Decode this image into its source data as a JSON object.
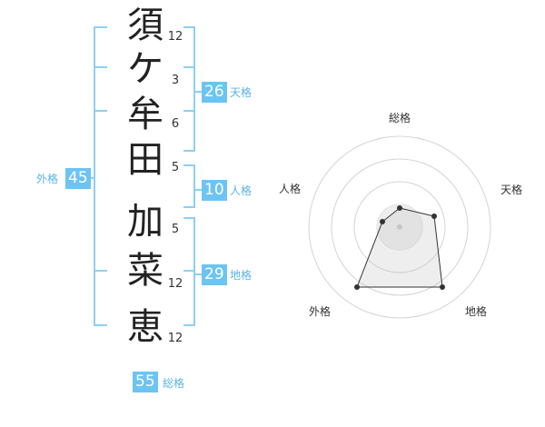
{
  "name_chars": [
    "須",
    "ケ",
    "牟",
    "田",
    "加",
    "菜",
    "恵"
  ],
  "strokes": [
    "12",
    "3",
    "6",
    "5",
    "5",
    "12",
    "12"
  ],
  "kakusu": {
    "tenkaku": {
      "value": "26",
      "label": "天格"
    },
    "jinkaku": {
      "value": "10",
      "label": "人格"
    },
    "chikaku": {
      "value": "29",
      "label": "地格"
    },
    "gaikaku": {
      "value": "45",
      "label": "外格"
    },
    "soukaku": {
      "value": "55",
      "label": "総格"
    }
  },
  "radar": {
    "labels": {
      "top": "総格",
      "right": "天格",
      "bottom_right": "地格",
      "bottom_left": "外格",
      "left": "人格"
    }
  },
  "colors": {
    "accent": "#6cc4f3",
    "label": "#5ab4e6",
    "bracket": "#8fcff3"
  }
}
